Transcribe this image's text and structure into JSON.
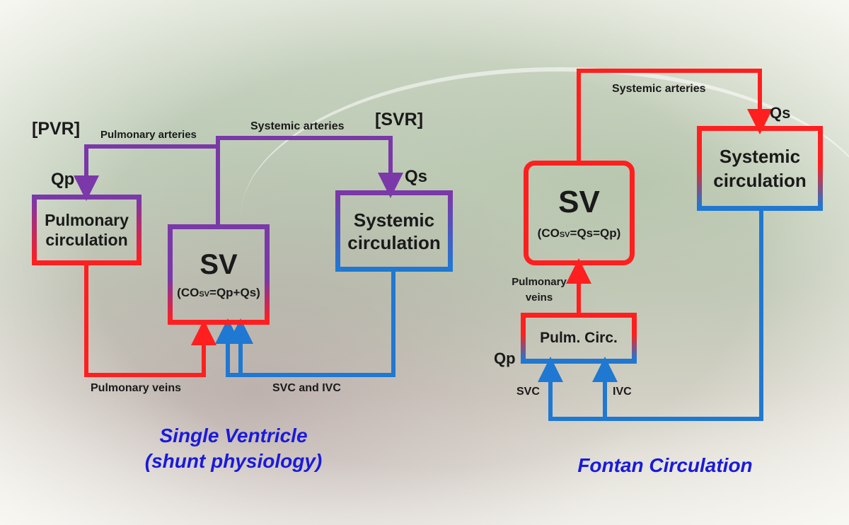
{
  "left_diagram": {
    "pvr_label": "[PVR]",
    "svr_label": "[SVR]",
    "pulmonary_arteries_label": "Pulmonary arteries",
    "systemic_arteries_label": "Systemic arteries",
    "qp_label": "Qp",
    "qs_label": "Qs",
    "pulmonary_box": "Pulmonary circulation",
    "systemic_box": "Systemic circulation",
    "sv_title": "SV",
    "sv_formula_prefix": "(CO",
    "sv_formula_sub": "SV",
    "sv_formula_suffix": "=Qp+Qs)",
    "pulmonary_veins_label": "Pulmonary veins",
    "svc_ivc_label": "SVC and IVC",
    "caption_line1": "Single Ventricle",
    "caption_line2": "(shunt physiology)"
  },
  "right_diagram": {
    "systemic_arteries_label": "Systemic arteries",
    "qs_label": "Qs",
    "systemic_box": "Systemic circulation",
    "sv_title": "SV",
    "sv_formula_prefix": "(CO",
    "sv_formula_sub": "SV",
    "sv_formula_suffix": "=Qs=Qp)",
    "pulmonary_veins_label": "Pulmonary veins",
    "pulm_circ_box": "Pulm. Circ.",
    "qp_label": "Qp",
    "svc_label": "SVC",
    "ivc_label": "IVC",
    "caption": "Fontan Circulation"
  },
  "colors": {
    "red": "#ff1f1f",
    "blue": "#1f78d1",
    "purple": "#7a38a8",
    "caption": "#1a1adb"
  }
}
